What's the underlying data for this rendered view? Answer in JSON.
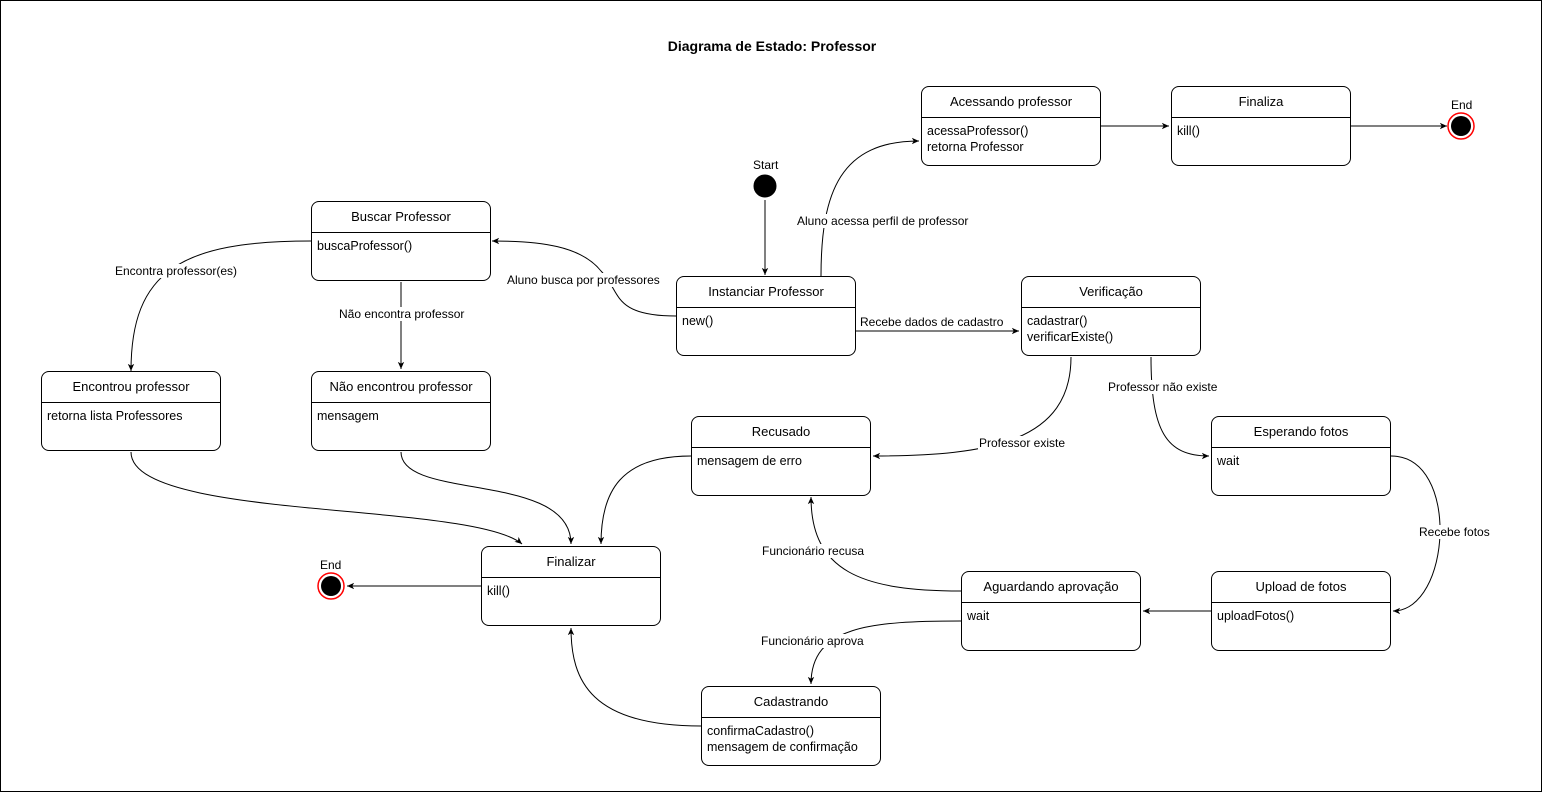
{
  "title": "Diagrama de Estado: Professor",
  "pseudo": {
    "start_top": "Start",
    "end_top": "End",
    "end_bottom": "End"
  },
  "states": {
    "acessando": {
      "title": "Acessando professor",
      "body": "acessaProfessor()\nretorna Professor"
    },
    "finaliza": {
      "title": "Finaliza",
      "body": "kill()"
    },
    "buscar": {
      "title": "Buscar Professor",
      "body": "buscaProfessor()"
    },
    "instanciar": {
      "title": "Instanciar Professor",
      "body": "new()"
    },
    "verificacao": {
      "title": "Verificação",
      "body": "cadastrar()\nverificarExiste()"
    },
    "encontrou": {
      "title": "Encontrou professor",
      "body": "retorna lista Professores"
    },
    "nao_encontrou": {
      "title": "Não encontrou professor",
      "body": "mensagem"
    },
    "recusado": {
      "title": "Recusado",
      "body": "mensagem de erro"
    },
    "esperando": {
      "title": "Esperando fotos",
      "body": "wait"
    },
    "finalizar": {
      "title": "Finalizar",
      "body": "kill()"
    },
    "aguardando": {
      "title": "Aguardando aprovação",
      "body": "wait"
    },
    "upload": {
      "title": "Upload de fotos",
      "body": "uploadFotos()"
    },
    "cadastrando": {
      "title": "Cadastrando",
      "body": "confirmaCadastro()\nmensagem de confirmação"
    }
  },
  "transitions": {
    "aluno_acessa": "Aluno acessa perfil de professor",
    "aluno_busca": "Aluno busca por professores",
    "recebe_dados": "Recebe dados de cadastro",
    "encontra": "Encontra professor(es)",
    "nao_encontra": "Não encontra professor",
    "prof_nao_existe": "Professor não existe",
    "prof_existe": "Professor existe",
    "recebe_fotos": "Recebe fotos",
    "func_recusa": "Funcionário recusa",
    "func_aprova": "Funcionário aprova"
  },
  "colors": {
    "line": "#000000",
    "end_ring": "#ff0000",
    "fill": "#000000"
  }
}
